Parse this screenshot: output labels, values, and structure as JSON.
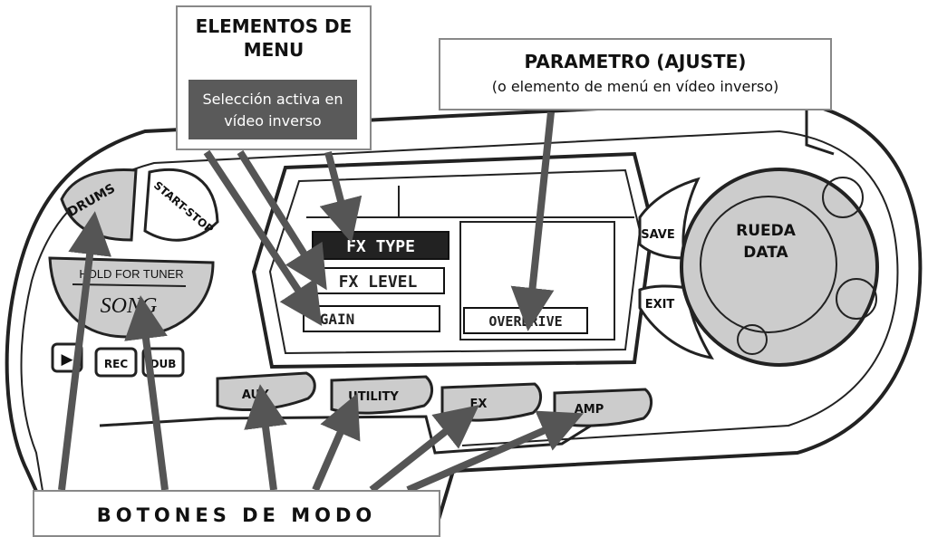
{
  "callouts": {
    "menu_items": {
      "title": "ELEMENTOS DE MENU",
      "subtitle": "Selección activa en vídeo inverso"
    },
    "parameter": {
      "title": "PARAMETRO (AJUSTE)",
      "subtitle": "(o elemento de menú en vídeo inverso)"
    },
    "mode_buttons": {
      "title": "BOTONES DE MODO"
    }
  },
  "device": {
    "buttons": {
      "drums": "DRUMS",
      "start_stop": "START-STOP",
      "song_top": "HOLD FOR TUNER",
      "song": "SONG",
      "play": "▶",
      "rec": "REC",
      "dub": "DUB",
      "save": "SAVE",
      "exit": "EXIT",
      "aux": "AUX",
      "utility": "UTILITY",
      "fx": "FX",
      "amp": "AMP"
    },
    "wheel_label": "RUEDA DATA",
    "display": {
      "menu_items": [
        "FX TYPE",
        "FX LEVEL",
        "GAIN"
      ],
      "selected_index": 0,
      "parameter_value": "OVERDRIVE"
    }
  }
}
